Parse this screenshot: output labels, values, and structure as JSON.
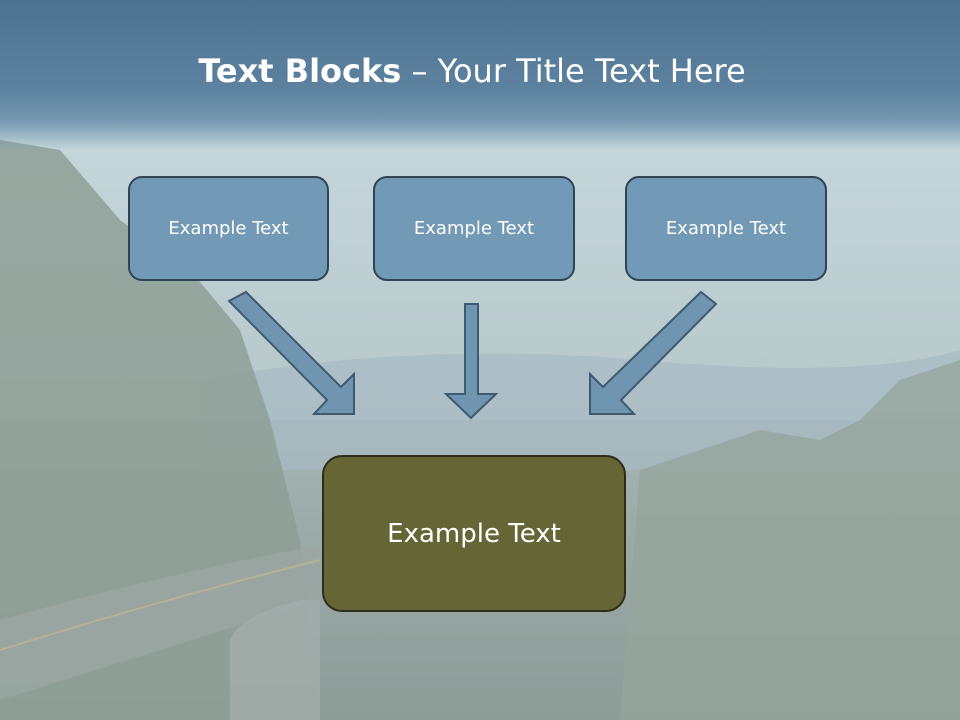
{
  "slide": {
    "title_bold": "Text Blocks",
    "title_sep": " – ",
    "title_rest": "Your Title Text Here",
    "blocks": [
      {
        "label": "Example Text"
      },
      {
        "label": "Example Text"
      },
      {
        "label": "Example Text"
      }
    ],
    "target": {
      "label": "Example Text"
    }
  },
  "colors": {
    "header": "#5c82a0",
    "block_fill": "#7299b5",
    "block_border": "#2f4556",
    "target_fill": "#666535",
    "arrow_fill": "#6f95b0",
    "arrow_stroke": "#3d5a70",
    "text": "#ffffff"
  }
}
